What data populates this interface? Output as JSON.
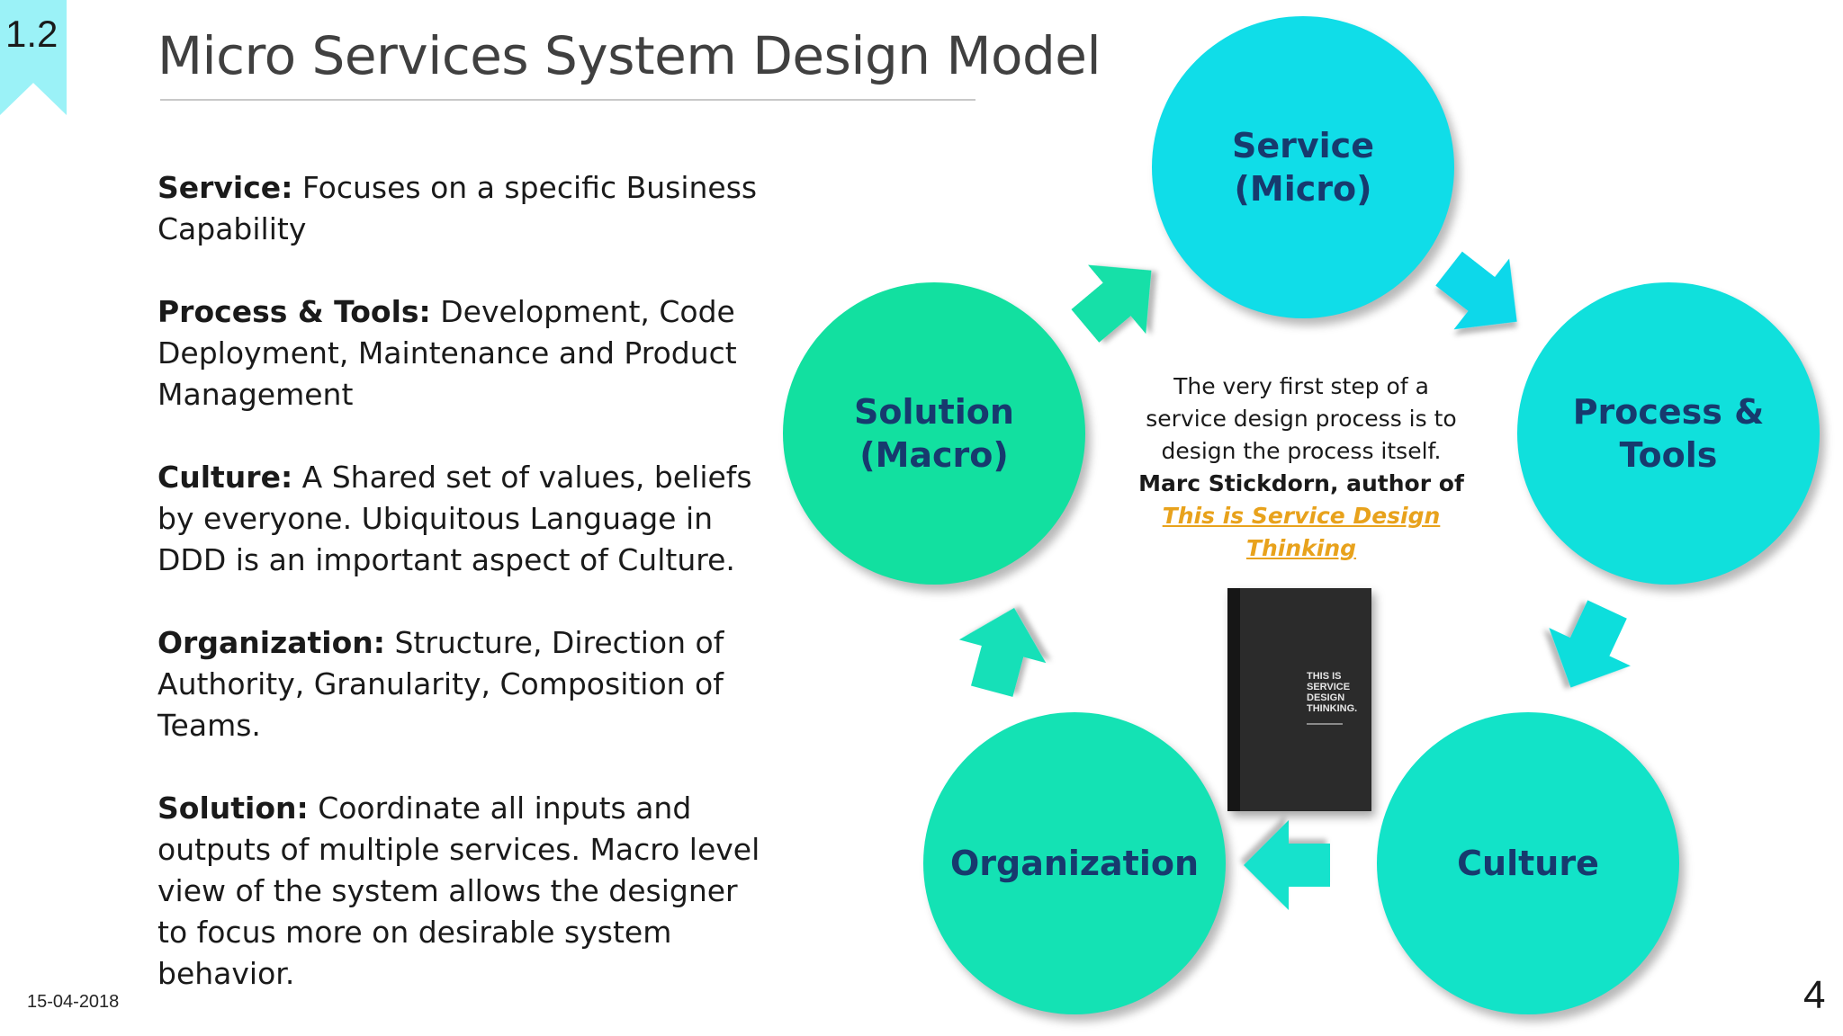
{
  "slide": {
    "section_number": "1.2",
    "title": "Micro Services System Design Model",
    "date": "15-04-2018",
    "page_number": "4"
  },
  "definitions": [
    {
      "term": "Service:",
      "text": " Focuses on a specific Business Capability"
    },
    {
      "term": "Process & Tools:",
      "text": " Development, Code Deployment, Maintenance and Product Management"
    },
    {
      "term": "Culture:",
      "text": " A Shared set of values, beliefs by everyone. Ubiquitous Language in DDD is an important aspect of Culture."
    },
    {
      "term": "Organization:",
      "text": " Structure, Direction of Authority, Granularity, Composition of Teams."
    },
    {
      "term": "Solution:",
      "text": " Coordinate all inputs and outputs of multiple services. Macro level view of the system allows the designer to focus more on desirable system behavior."
    }
  ],
  "cycle": {
    "nodes": [
      {
        "label": "Service\n(Micro)",
        "color": "#10dde8"
      },
      {
        "label": "Process &\nTools",
        "color": "#10e0dc"
      },
      {
        "label": "Culture",
        "color": "#12e3c8"
      },
      {
        "label": "Organization",
        "color": "#14e2b4"
      },
      {
        "label": "Solution\n(Macro)",
        "color": "#12e0a0"
      }
    ],
    "label_color": "#173a6e"
  },
  "quote": {
    "text": "The very first step of a service design process is to design the process itself.",
    "author": "Marc Stickdorn, author of",
    "book_link": "This is Service Design Thinking",
    "link_color": "#e8a21c"
  },
  "book_image": {
    "cover_text": "THIS IS\nSERVICE\nDESIGN\nTHINKING."
  },
  "colors": {
    "section_tab": "#9bf2f7",
    "title": "#404040"
  }
}
